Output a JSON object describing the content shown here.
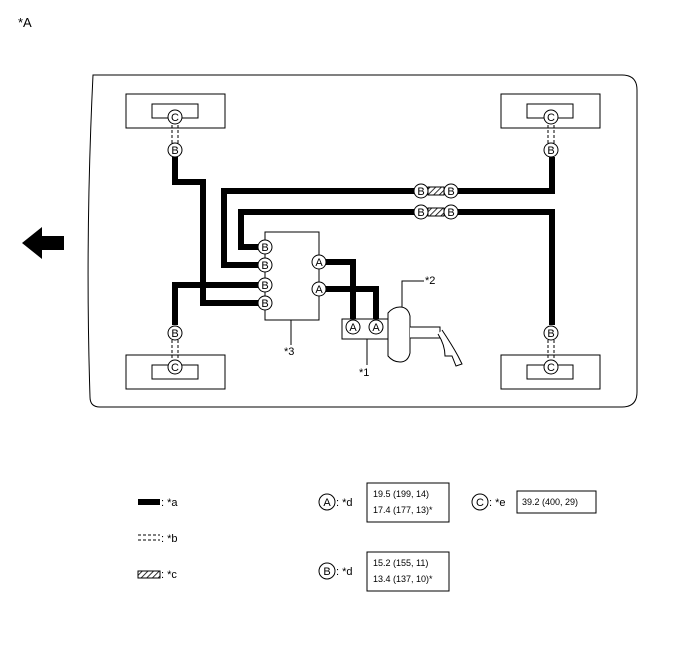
{
  "figure_label": "*A",
  "callouts": {
    "c1": "*1",
    "c2": "*2",
    "c3": "*3"
  },
  "conn": {
    "A": "A",
    "B": "B",
    "C": "C"
  },
  "legend": {
    "a": ": *a",
    "b": ": *b",
    "c": ": *c",
    "d": ": *d",
    "e": ": *e"
  },
  "torque": {
    "A_line1": "19.5 (199, 14)",
    "A_line2": "17.4 (177, 13)*",
    "B_line1": "15.2 (155, 11)",
    "B_line2": "13.4 (137, 10)*",
    "C_line1": "39.2 (400, 29)"
  },
  "colors": {
    "line": "#000000",
    "background": "#ffffff"
  }
}
